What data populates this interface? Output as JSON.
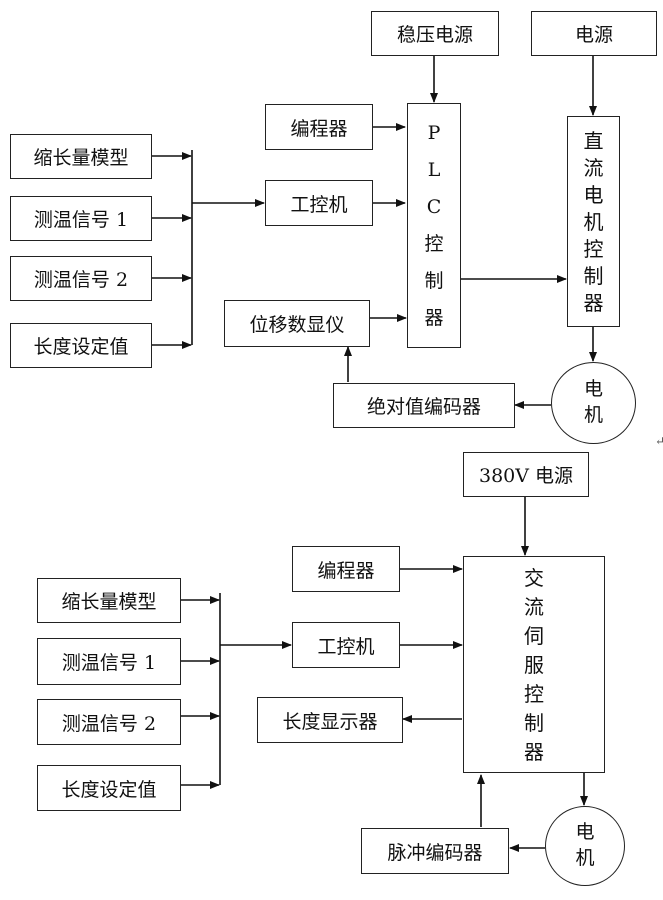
{
  "top": {
    "stabilized_power": "稳压电源",
    "power": "电源",
    "programmer": "编程器",
    "ipc": "工控机",
    "plc": [
      "P",
      "L",
      "C",
      "控",
      "制",
      "器"
    ],
    "dc_controller": [
      "直",
      "流",
      "电",
      "机",
      "控",
      "制",
      "器"
    ],
    "inputs": [
      "缩长量模型",
      "测温信号 1",
      "测温信号 2",
      "长度设定值"
    ],
    "displacement_display": "位移数显仪",
    "abs_encoder": "绝对值编码器",
    "motor": [
      "电",
      "机"
    ]
  },
  "bottom": {
    "power_380": "380V 电源",
    "programmer": "编程器",
    "ipc": "工控机",
    "length_display": "长度显示器",
    "ac_servo": [
      "交",
      "流",
      "伺",
      "服",
      "控",
      "制",
      "器"
    ],
    "inputs": [
      "缩长量模型",
      "测温信号 1",
      "测温信号 2",
      "长度设定值"
    ],
    "pulse_encoder": "脉冲编码器",
    "motor": [
      "电",
      "机"
    ]
  },
  "margin_mark": "↵"
}
